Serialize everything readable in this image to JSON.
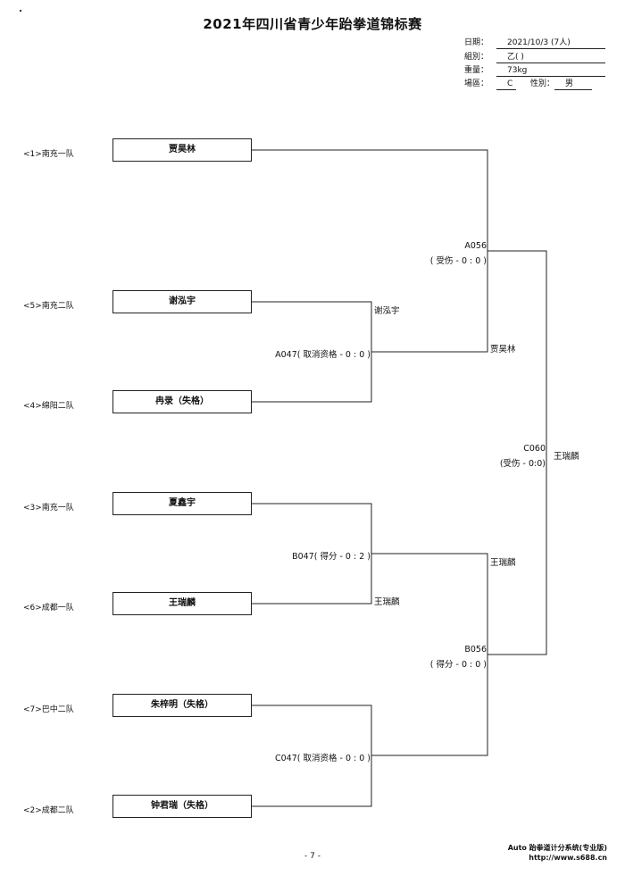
{
  "title": "2021年四川省青少年跆拳道锦标赛",
  "info": {
    "date_label": "日期：",
    "date_value": "2021/10/3  (7人)",
    "group_label": "組別：",
    "group_value": "乙(  )",
    "weight_label": "重量：",
    "weight_value": "73kg",
    "court_label": "場區：",
    "court_value": "C",
    "gender_label": "性別：",
    "gender_value": "男"
  },
  "entries": [
    {
      "team": "<1>南充一队",
      "name": "贾昊林"
    },
    {
      "team": "<5>南充二队",
      "name": "谢泓宇"
    },
    {
      "team": "<4>绵阳二队",
      "name": "冉录（失格）"
    },
    {
      "team": "<3>南充一队",
      "name": "夏鑫宇"
    },
    {
      "team": "<6>成都一队",
      "name": "王瑞麟"
    },
    {
      "team": "<7>巴中二队",
      "name": "朱梓明（失格）"
    },
    {
      "team": "<2>成都二队",
      "name": "钟君瑞（失格）"
    }
  ],
  "matches": {
    "a047": {
      "result": "A047( 取消资格 - 0 : 0 )",
      "winner": "谢泓宇"
    },
    "b047": {
      "result": "B047( 得分 - 0 : 2 )",
      "winner": "王瑞麟"
    },
    "c047": {
      "result": "C047( 取消资格 - 0 : 0 )"
    },
    "a056": {
      "code": "A056",
      "result": "( 受伤 - 0 : 0 )",
      "winner": "贾昊林"
    },
    "b056": {
      "code": "B056",
      "result": "( 得分 - 0 : 0 )",
      "winner": "王瑞麟"
    },
    "c060": {
      "code": "C060",
      "result": "(受伤 - 0:0)",
      "winner": "王瑞麟"
    }
  },
  "footer": {
    "page": "- 7 -",
    "system": "Auto 跆拳道计分系统(专业版)",
    "url": "http://www.s688.cn"
  }
}
